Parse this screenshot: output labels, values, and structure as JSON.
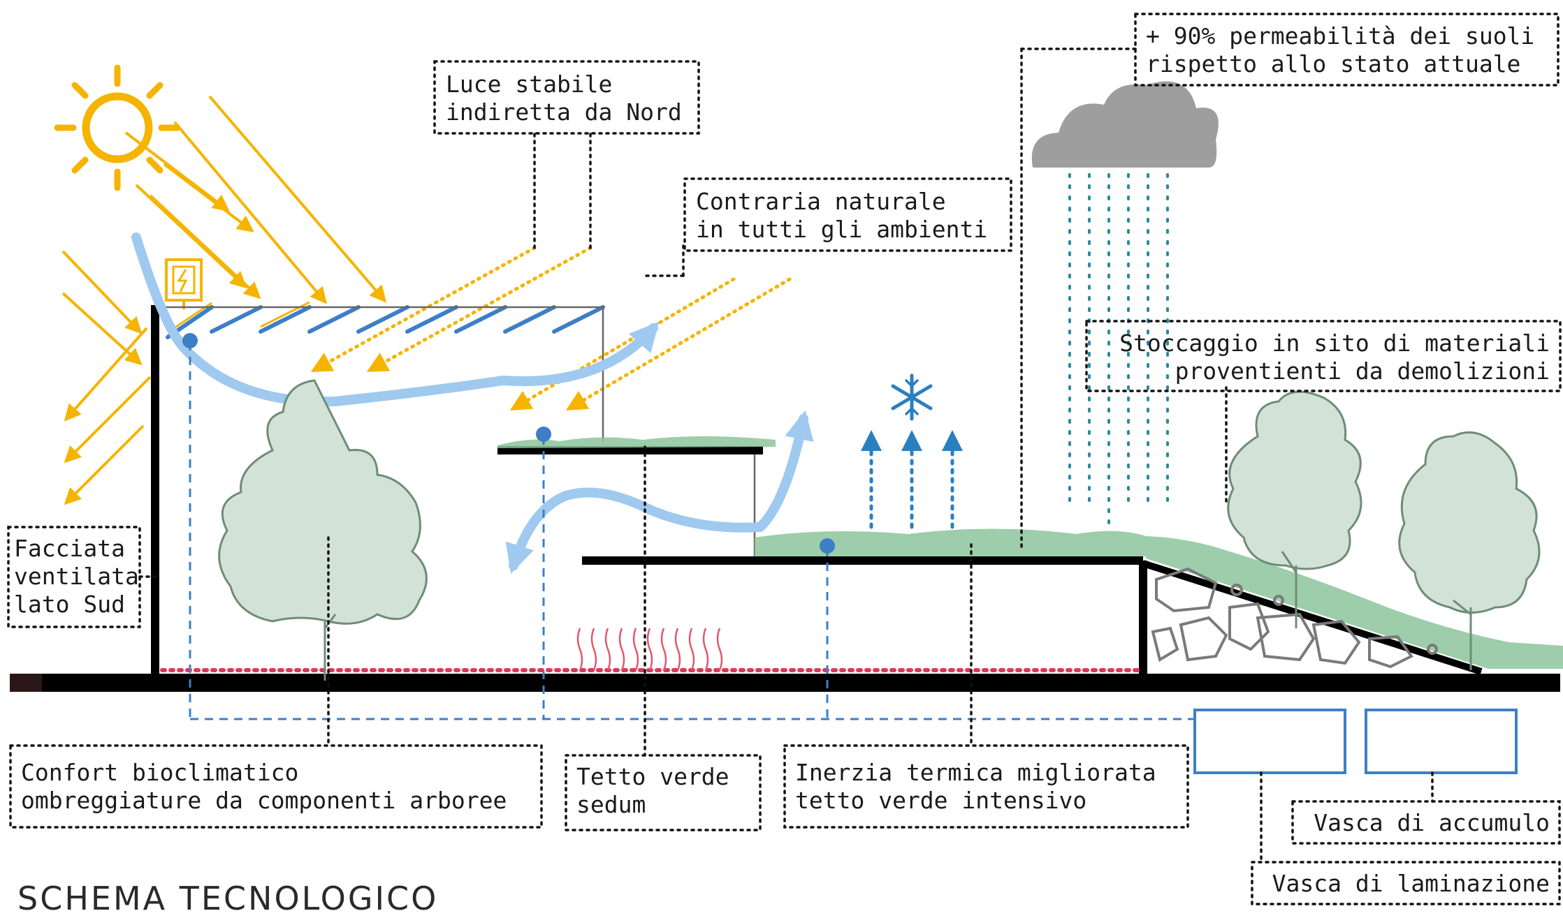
{
  "title": "SCHEMA TECNOLOGICO",
  "labels": {
    "luce_line1": "Luce stabile",
    "luce_line2": "indiretta da Nord",
    "contraria_line1": "Contraria naturale",
    "contraria_line2": "in tutti gli ambienti",
    "permeabilita_line1": "+ 90% permeabilità dei suoli",
    "permeabilita_line2": "rispetto allo stato attuale",
    "stoccaggio_line1": "Stoccaggio in sito di materiali",
    "stoccaggio_line2": "proventienti da demolizioni",
    "facciata_line1": "Facciata",
    "facciata_line2": "ventilata",
    "facciata_line3": "lato Sud",
    "confort_line1": "Confort bioclimatico",
    "confort_line2": "ombreggiature da componenti arboree",
    "tetto_sedum_line1": "Tetto verde",
    "tetto_sedum_line2": "sedum",
    "inerzia_line1": "Inerzia termica migliorata",
    "inerzia_line2": "tetto verde intensivo",
    "vasca_accumulo": "Vasca di accumulo",
    "vasca_laminazione": "Vasca di laminazione"
  },
  "icons": [
    "sun-icon",
    "solar-panel-icon",
    "cloud-icon",
    "snowflake-icon"
  ],
  "colors": {
    "sun": "#f5b400",
    "water": "#3d7fc6",
    "air": "#9fc9ef",
    "vegetation": "#8cc49b",
    "tree": "#d3e2d6",
    "cloud": "#9e9e9e",
    "radiant": "#e2586b",
    "rain": "#2a8aa0"
  }
}
